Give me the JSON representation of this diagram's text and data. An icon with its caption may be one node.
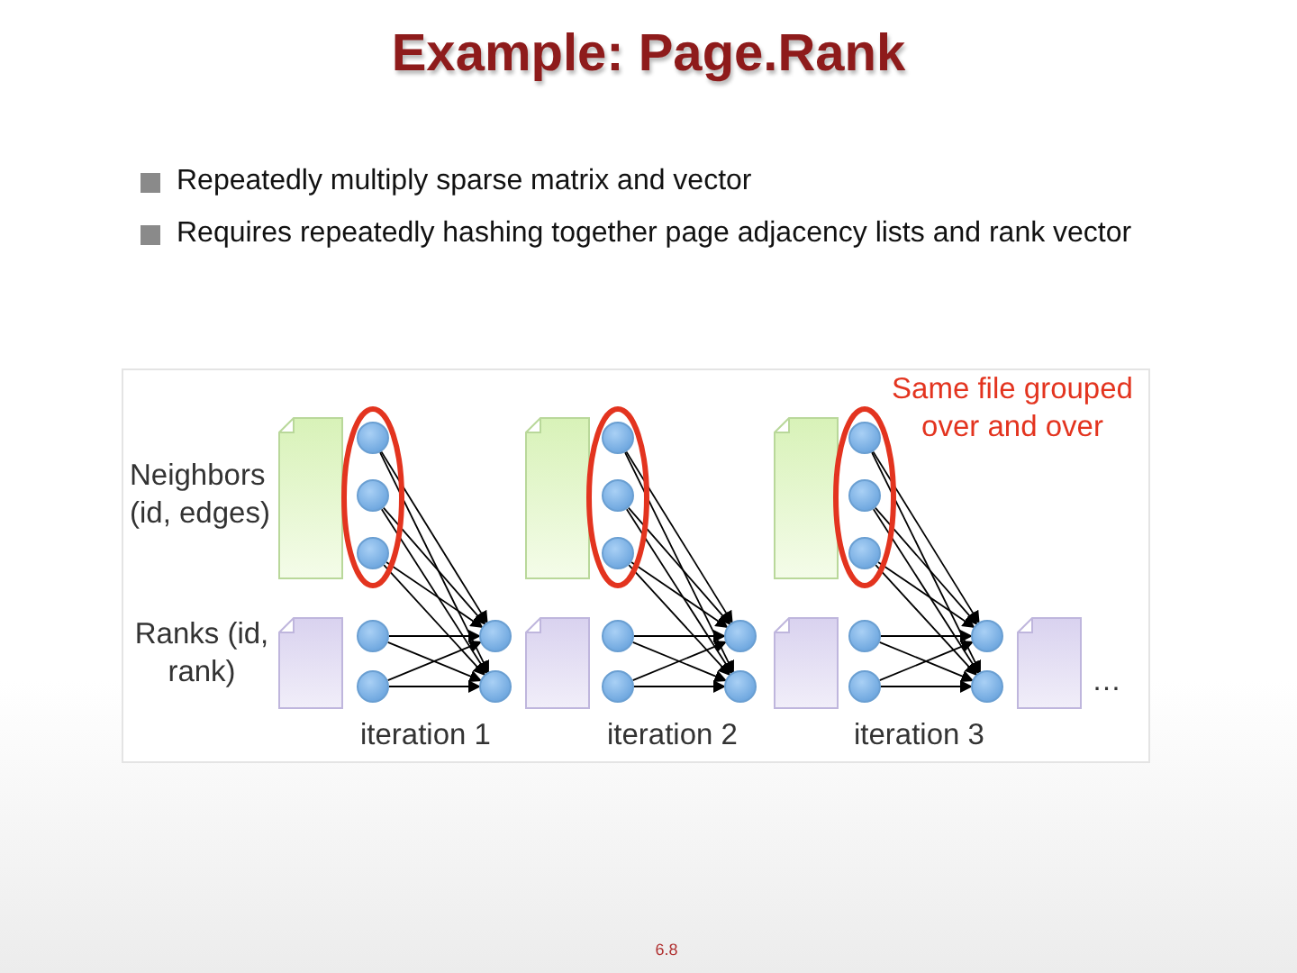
{
  "diagram": {
    "title": "Example: Page.Rank",
    "nodes": [
      {
        "text": [],
        "shape": "circle"
      },
      {
        "text": [],
        "shape": "circle"
      },
      {
        "text": [],
        "shape": "circle"
      },
      {
        "text": [],
        "shape": "circle"
      },
      {
        "text": [],
        "shape": "circle"
      },
      {
        "text": [],
        "shape": "circle"
      },
      {
        "text": [],
        "shape": "circle"
      },
      {
        "text": [],
        "shape": "circle"
      },
      {
        "text": [],
        "shape": "circle"
      },
      {
        "text": [],
        "shape": "circle"
      },
      {
        "text": [],
        "shape": "circle"
      },
      {
        "text": [],
        "shape": "circle"
      },
      {
        "text": [],
        "shape": "circle"
      },
      {
        "text": [],
        "shape": "circle"
      },
      {
        "text": [],
        "shape": "circle"
      },
      {
        "text": [],
        "shape": "circle"
      },
      {
        "text": [],
        "shape": "circle"
      },
      {
        "text": [],
        "shape": "circle"
      },
      {
        "text": [],
        "shape": "circle"
      },
      {
        "text": [],
        "shape": "circle"
      },
      {
        "text": [],
        "shape": "circle"
      }
    ],
    "edges": [
      {
        "from": 0,
        "to": 5,
        "arrow": "to"
      },
      {
        "from": 0,
        "to": 6,
        "arrow": "to"
      },
      {
        "from": 1,
        "to": 5,
        "arrow": "to"
      },
      {
        "from": 1,
        "to": 6,
        "arrow": "to"
      },
      {
        "from": 2,
        "to": 5,
        "arrow": "to"
      },
      {
        "from": 2,
        "to": 6,
        "arrow": "to"
      },
      {
        "from": 3,
        "to": 5,
        "arrow": "to"
      },
      {
        "from": 3,
        "to": 6,
        "arrow": "to"
      },
      {
        "from": 4,
        "to": 5,
        "arrow": "to"
      },
      {
        "from": 4,
        "to": 6,
        "arrow": "to"
      },
      {
        "from": 7,
        "to": 12,
        "arrow": "to"
      },
      {
        "from": 7,
        "to": 13,
        "arrow": "to"
      },
      {
        "from": 8,
        "to": 12,
        "arrow": "to"
      },
      {
        "from": 8,
        "to": 13,
        "arrow": "to"
      },
      {
        "from": 9,
        "to": 12,
        "arrow": "to"
      },
      {
        "from": 9,
        "to": 13,
        "arrow": "to"
      },
      {
        "from": 10,
        "to": 12,
        "arrow": "to"
      },
      {
        "from": 10,
        "to": 13,
        "arrow": "to"
      },
      {
        "from": 11,
        "to": 12,
        "arrow": "to"
      },
      {
        "from": 11,
        "to": 13,
        "arrow": "to"
      },
      {
        "from": 14,
        "to": 19,
        "arrow": "to"
      },
      {
        "from": 14,
        "to": 20,
        "arrow": "to"
      },
      {
        "from": 15,
        "to": 19,
        "arrow": "to"
      },
      {
        "from": 15,
        "to": 20,
        "arrow": "to"
      },
      {
        "from": 16,
        "to": 19,
        "arrow": "to"
      },
      {
        "from": 16,
        "to": 20,
        "arrow": "to"
      },
      {
        "from": 17,
        "to": 19,
        "arrow": "to"
      },
      {
        "from": 17,
        "to": 20,
        "arrow": "to"
      },
      {
        "from": 18,
        "to": 19,
        "arrow": "to"
      },
      {
        "from": 18,
        "to": 20,
        "arrow": "to"
      }
    ],
    "labels": [
      "Repeatedly multiply sparse matrix and vector",
      "Requires repeatedly hashing together page adjacency lists and rank vector",
      "Same file grouped over and over",
      "Neighbors (id, edges)",
      "Ranks (id, rank)",
      "…",
      "iteration 1",
      "iteration 2",
      "iteration 3",
      "6.8"
    ]
  }
}
